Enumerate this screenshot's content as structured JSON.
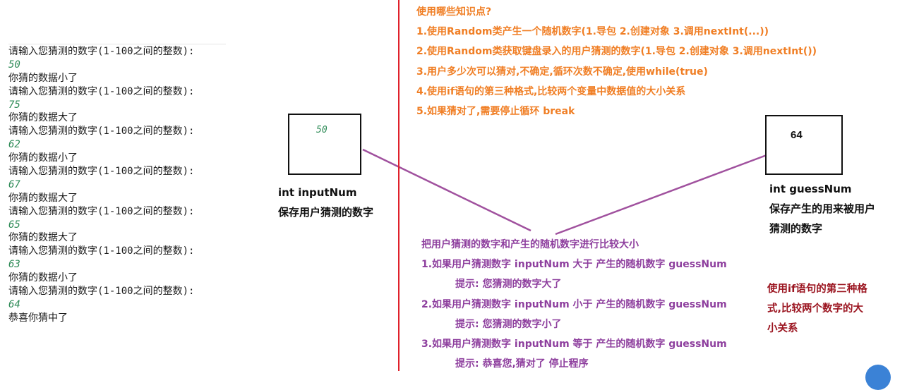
{
  "console": {
    "lines": [
      {
        "text": "请输入您猜测的数字(1-100之间的整数):",
        "kind": "prompt"
      },
      {
        "text": "50",
        "kind": "input"
      },
      {
        "text": "你猜的数据小了",
        "kind": "result"
      },
      {
        "text": "请输入您猜测的数字(1-100之间的整数):",
        "kind": "prompt"
      },
      {
        "text": "75",
        "kind": "input"
      },
      {
        "text": "你猜的数据大了",
        "kind": "result"
      },
      {
        "text": "请输入您猜测的数字(1-100之间的整数):",
        "kind": "prompt"
      },
      {
        "text": "62",
        "kind": "input"
      },
      {
        "text": "你猜的数据小了",
        "kind": "result"
      },
      {
        "text": "请输入您猜测的数字(1-100之间的整数):",
        "kind": "prompt"
      },
      {
        "text": "67",
        "kind": "input"
      },
      {
        "text": "你猜的数据大了",
        "kind": "result"
      },
      {
        "text": "请输入您猜测的数字(1-100之间的整数):",
        "kind": "prompt"
      },
      {
        "text": "65",
        "kind": "input"
      },
      {
        "text": "你猜的数据大了",
        "kind": "result"
      },
      {
        "text": "请输入您猜测的数字(1-100之间的整数):",
        "kind": "prompt"
      },
      {
        "text": "63",
        "kind": "input"
      },
      {
        "text": "你猜的数据小了",
        "kind": "result"
      },
      {
        "text": "请输入您猜测的数字(1-100之间的整数):",
        "kind": "prompt"
      },
      {
        "text": "64",
        "kind": "input"
      },
      {
        "text": "恭喜你猜中了",
        "kind": "result"
      }
    ]
  },
  "input_box": {
    "value": "50",
    "label_line1": "int inputNum",
    "label_line2": "保存用户猜测的数字"
  },
  "guess_box": {
    "value": "64",
    "label_line1": "int guessNum",
    "label_line2": "保存产生的用来被用户",
    "label_line3": "猜测的数字"
  },
  "knowledge_points": {
    "title": "使用哪些知识点?",
    "items": [
      "1.使用Random类产生一个随机数字(1.导包 2.创建对象 3.调用nextInt(...))",
      "2.使用Random类获取键盘录入的用户猜测的数字(1.导包 2.创建对象 3.调用nextInt())",
      "3.用户多少次可以猜对,不确定,循环次数不确定,使用while(true)",
      "4.使用if语句的第三种格式,比较两个变量中数据值的大小关系",
      "5.如果猜对了,需要停止循环 break"
    ]
  },
  "comparison": {
    "title": "把用户猜测的数字和产生的随机数字进行比较大小",
    "rules": [
      {
        "condition": "1.如果用户猜测数字 inputNum 大于 产生的随机数字 guessNum",
        "hint": "提示: 您猜测的数字大了"
      },
      {
        "condition": "2.如果用户猜测数字 inputNum 小于 产生的随机数字 guessNum",
        "hint": "提示: 您猜测的数字小了"
      },
      {
        "condition": "3.如果用户猜测数字 inputNum 等于 产生的随机数字 guessNum",
        "hint": "提示: 恭喜您,猜对了   停止程序"
      }
    ]
  },
  "side_note": {
    "line1": "使用if语句的第三种格",
    "line2": "式,比较两个数字的大",
    "line3": "小关系"
  },
  "colors": {
    "orange": "#f07e24",
    "purple": "#8e3f9e",
    "dark_red": "#9b1520",
    "input_green": "#2e8b57",
    "divider_red": "#e0212b"
  }
}
